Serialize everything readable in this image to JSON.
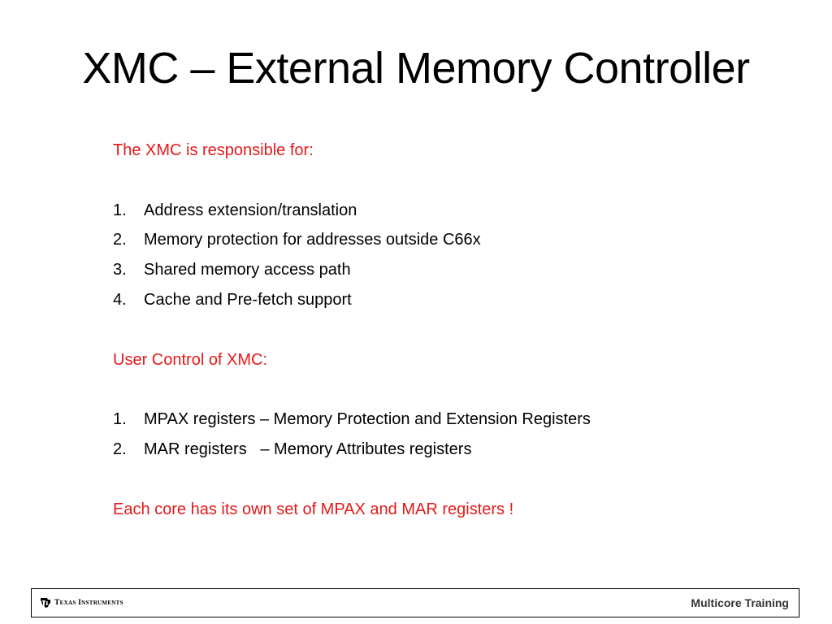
{
  "title": "XMC – External Memory Controller",
  "section1": {
    "heading": "The XMC is responsible for:",
    "items": [
      {
        "num": "1.",
        "text": "Address extension/translation"
      },
      {
        "num": "2.",
        "text": "Memory protection for addresses outside C66x"
      },
      {
        "num": "3.",
        "text": "Shared memory access path"
      },
      {
        "num": "4.",
        "text": "Cache and Pre-fetch support"
      }
    ]
  },
  "section2": {
    "heading": "User Control of XMC:",
    "items": [
      {
        "num": "1.",
        "text": "MPAX registers – Memory Protection and Extension Registers"
      },
      {
        "num": "2.",
        "text": "MAR registers   – Memory Attributes registers"
      }
    ]
  },
  "note": "Each core has its own set of MPAX and MAR registers !",
  "footer": {
    "logo_text": "Texas Instruments",
    "label": "Multicore Training"
  },
  "colors": {
    "accent": "#e31a1a",
    "text": "#000000"
  },
  "icons": {
    "logo": "texas-instruments-logo-icon"
  }
}
